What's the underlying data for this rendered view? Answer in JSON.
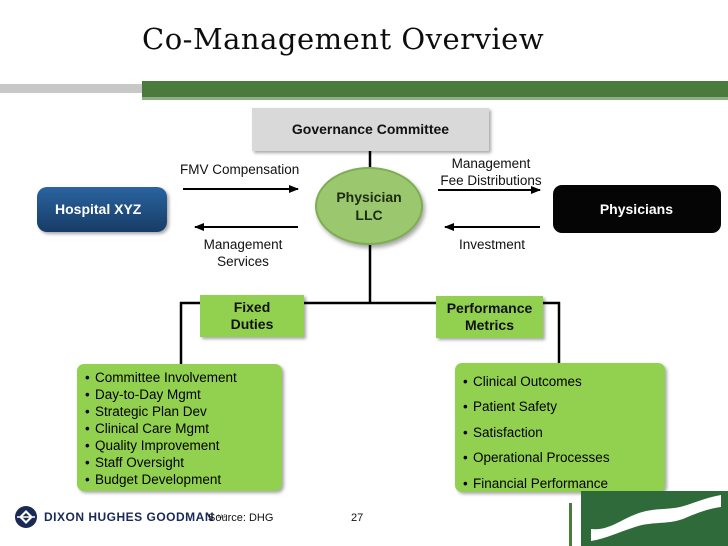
{
  "title": "Co-Management Overview",
  "colors": {
    "green": "#92d050",
    "dark_green_band": "#4b7a3d",
    "hospital_blue": "#1f4e83",
    "circle_green": "#9bc76f"
  },
  "nodes": {
    "governance": "Governance Committee",
    "hospital": "Hospital XYZ",
    "physicians": "Physicians",
    "llc_line1": "Physician",
    "llc_line2": "LLC",
    "fixed_line1": "Fixed",
    "fixed_line2": "Duties",
    "perf_line1": "Performance",
    "perf_line2": "Metrics"
  },
  "flows": {
    "fmv": "FMV Compensation",
    "mgmt_fee_line1": "Management",
    "mgmt_fee_line2": "Fee Distributions",
    "mgmt_services_line1": "Management",
    "mgmt_services_line2": "Services",
    "investment": "Investment"
  },
  "fixed_duties": [
    "Committee Involvement",
    "Day-to-Day Mgmt",
    "Strategic Plan Dev",
    "Clinical Care Mgmt",
    "Quality Improvement",
    "Staff Oversight",
    "Budget Development"
  ],
  "performance_metrics": [
    "Clinical Outcomes",
    "Patient Safety",
    "Satisfaction",
    "Operational Processes",
    "Financial Performance"
  ],
  "footer": {
    "logo_text": "DIXON HUGHES GOODMAN",
    "logo_suffix": "LLP",
    "source": "Source: DHG",
    "page_number": "27"
  },
  "icons": {
    "dhg_logo": "dhg-logo-icon",
    "corner_logo": "s-logo-icon"
  }
}
